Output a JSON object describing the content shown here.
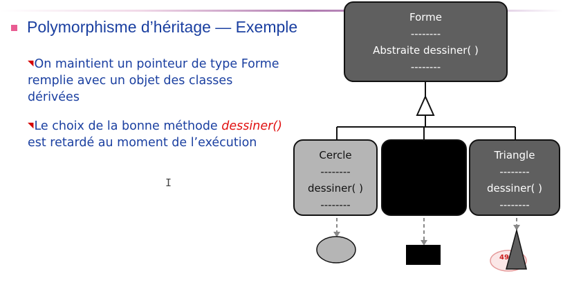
{
  "slide": {
    "title": "Polymorphisme d’héritage — Exemple",
    "bullets": [
      {
        "text_lines": [
          "On maintient un pointeur de type Forme",
          "remplie avec un objet des classes",
          "dérivées"
        ]
      },
      {
        "before": "Le choix de la bonne méthode ",
        "emphasis": "dessiner()",
        "line1_after": "",
        "line2": "est retardé au moment de l’exécution"
      }
    ],
    "page_number": "49"
  },
  "diagram": {
    "parent": {
      "name": "Forme",
      "separator": "--------",
      "method": "Abstraite dessiner( )",
      "separator2": "--------"
    },
    "children": [
      {
        "name": "Cercle",
        "separator": "--------",
        "method": "dessiner( )",
        "separator2": "--------"
      },
      {
        "name": "",
        "separator": "",
        "method": "",
        "separator2": ""
      },
      {
        "name": "Triangle",
        "separator": "--------",
        "method": "dessiner( )",
        "separator2": "--------"
      }
    ]
  },
  "colors": {
    "title_blue": "#1a3fa0",
    "bullet_red": "#d40000",
    "emphasis_red": "#e01010",
    "box_dark_gray": "#5f5f5f",
    "box_light_gray": "#b5b5b5",
    "box_black": "#000000"
  },
  "icons": [
    "text-cursor-icon",
    "ellipse-shape",
    "rectangle-shape",
    "triangle-shape",
    "page-badge-icon"
  ]
}
